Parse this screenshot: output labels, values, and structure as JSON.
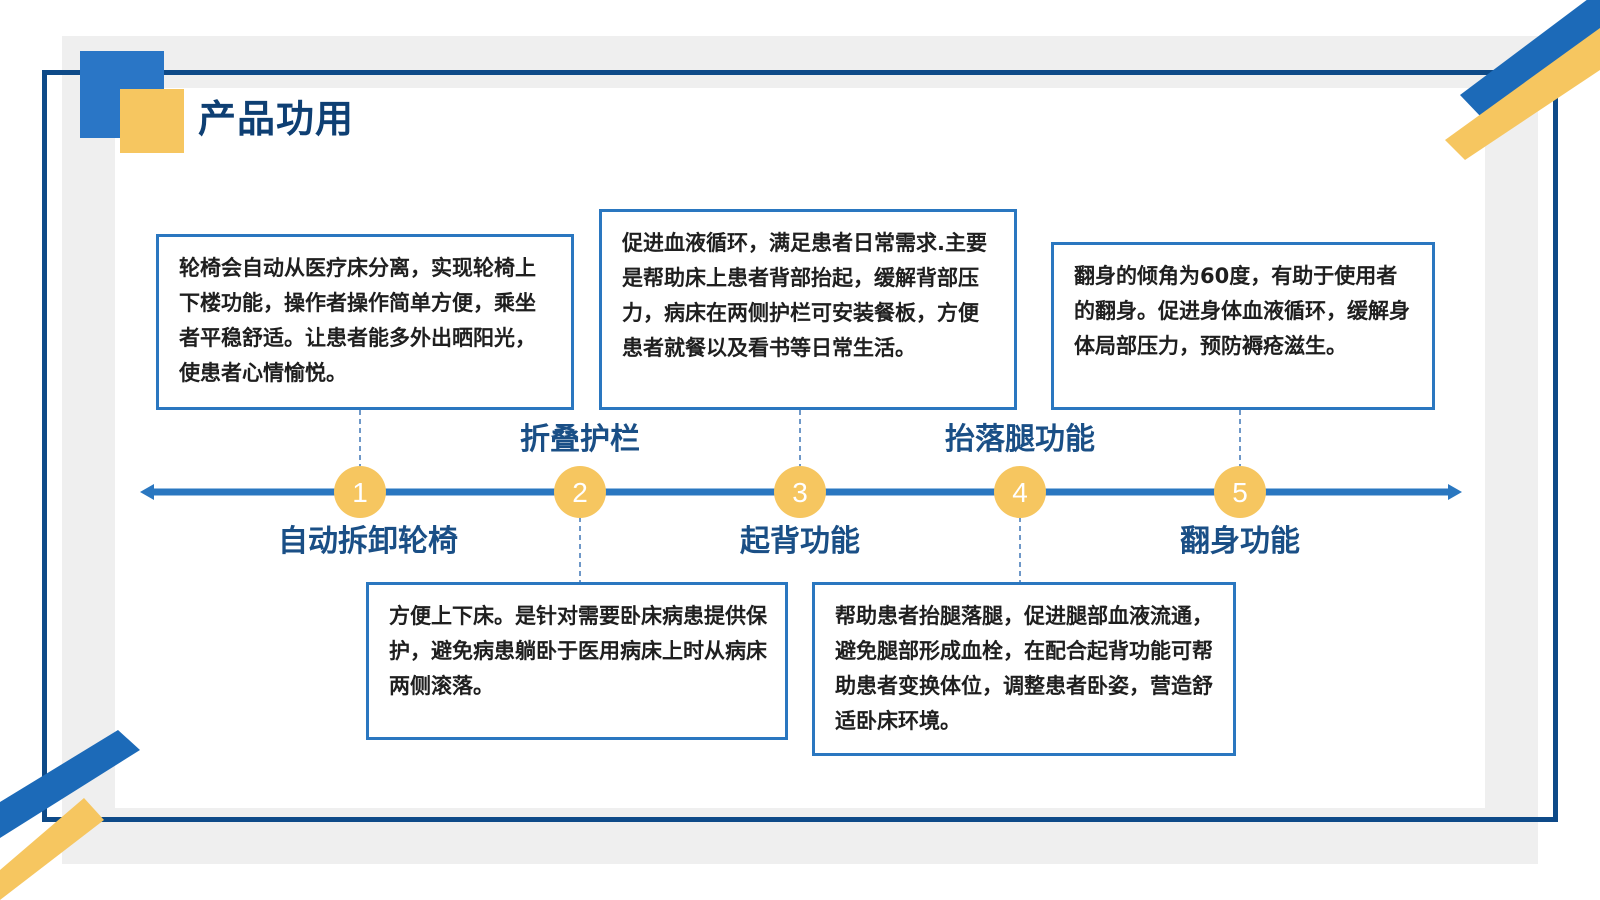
{
  "page": {
    "title": "产品功用"
  },
  "steps": [
    {
      "number": "1",
      "label": "自动拆卸轮椅",
      "text": "轮椅会自动从医疗床分离，实现轮椅上下楼功能，操作者操作简单方便，乘坐者平稳舒适。让患者能多外出晒阳光，使患者心情愉悦。"
    },
    {
      "number": "2",
      "label": "折叠护栏",
      "text": "方便上下床。是针对需要卧床病患提供保护，避免病患躺卧于医用病床上时从病床两侧滚落。"
    },
    {
      "number": "3",
      "label": "起背功能",
      "text": "促进血液循环，满足患者日常需求.主要是帮助床上患者背部抬起，缓解背部压力，病床在两侧护栏可安装餐板，方便患者就餐以及看书等日常生活。"
    },
    {
      "number": "4",
      "label": "抬落腿功能",
      "text": "帮助患者抬腿落腿，促进腿部血液流通，避免腿部形成血栓，在配合起背功能可帮助患者变换体位，调整患者卧姿，营造舒适卧床环境。"
    },
    {
      "number": "5",
      "label": "翻身功能",
      "text": "翻身的倾角为60度，有助于使用者的翻身。促进身体血液循环，缓解身体局部压力，预防褥疮滋生。"
    }
  ],
  "colors": {
    "navy": "#0e4a88",
    "blue": "#2a77c0",
    "yellow": "#f6c660",
    "axis": "#2a77c0"
  }
}
